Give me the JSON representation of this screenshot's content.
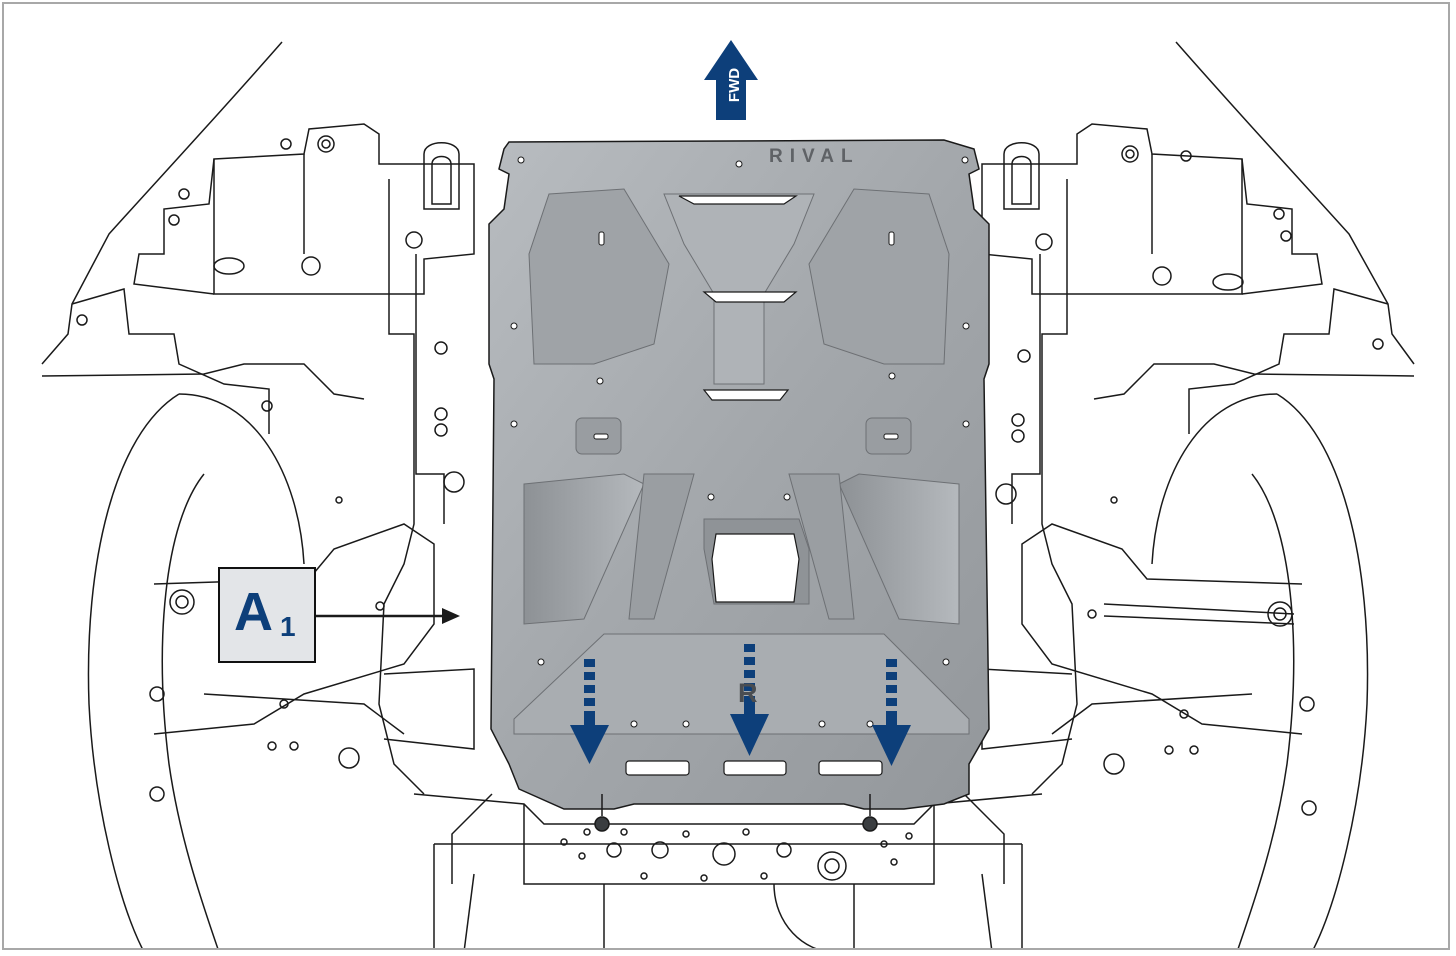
{
  "figure": {
    "direction_label": "FWD",
    "brand_text": "RIVAL",
    "part_mark": "R",
    "callout": {
      "letter": "A",
      "subscript": "1"
    },
    "colors": {
      "accent_blue": "#0d3f7a",
      "plate_gray": "#a3a7ab",
      "line_black": "#1a1a1a",
      "callout_fill": "#e3e5e8"
    }
  }
}
